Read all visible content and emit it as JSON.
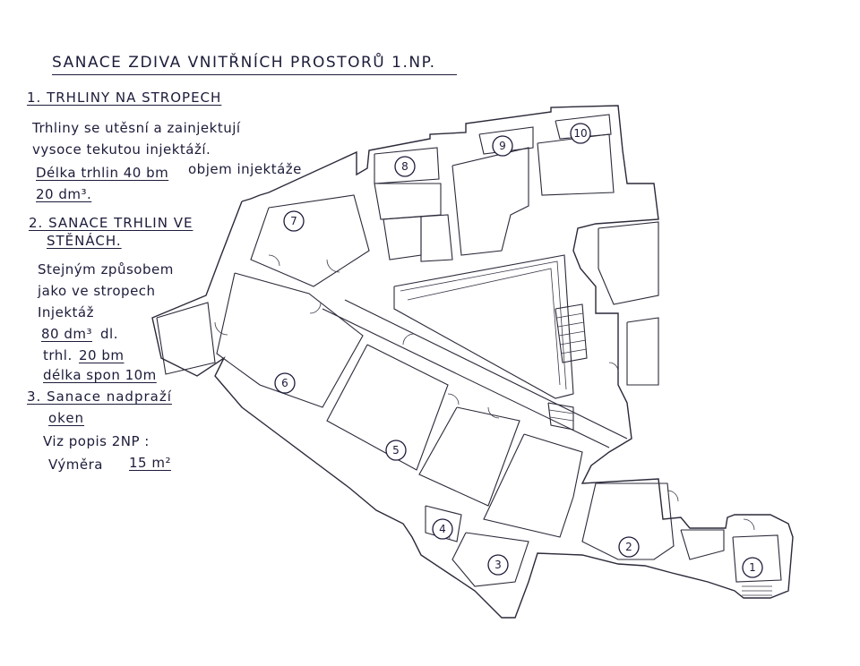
{
  "title": "SANACE ZDIVA VNITŘNÍCH PROSTORŮ 1.NP.",
  "notes": {
    "s1_heading": "1. TRHLINY NA STROPECH",
    "s1_line1": "Trhliny se utěsní a zainjektují",
    "s1_line2": "vysoce tekutou injektáží.",
    "s1_line3a": "Délka trhlin 40 bm",
    "s1_line3b": "objem injektáže",
    "s1_line4": "20 dm³.",
    "s2_heading_line1": "2. SANACE TRHLIN VE",
    "s2_heading_line2": "STĚNÁCH.",
    "s2_line1": "Stejným způsobem",
    "s2_line2": "jako ve stropech",
    "s2_line3": "Injektáž",
    "s2_line4a": "80 dm³",
    "s2_line4b": "dl.",
    "s2_line5a": "trhl.",
    "s2_line5b": "20 bm",
    "s2_line6": "délka spon 10m",
    "s3_heading_line1": "3. Sanace nadpraží",
    "s3_heading_line2": "oken",
    "s3_line1": "Viz popis 2NP :",
    "s3_line2a": "Výměra",
    "s3_line2b": "15 m²"
  },
  "rooms": [
    "1",
    "2",
    "3",
    "4",
    "5",
    "6",
    "7",
    "8",
    "9",
    "10"
  ],
  "colors": {
    "ink": "#1c1c3a",
    "paper": "#ffffff"
  }
}
